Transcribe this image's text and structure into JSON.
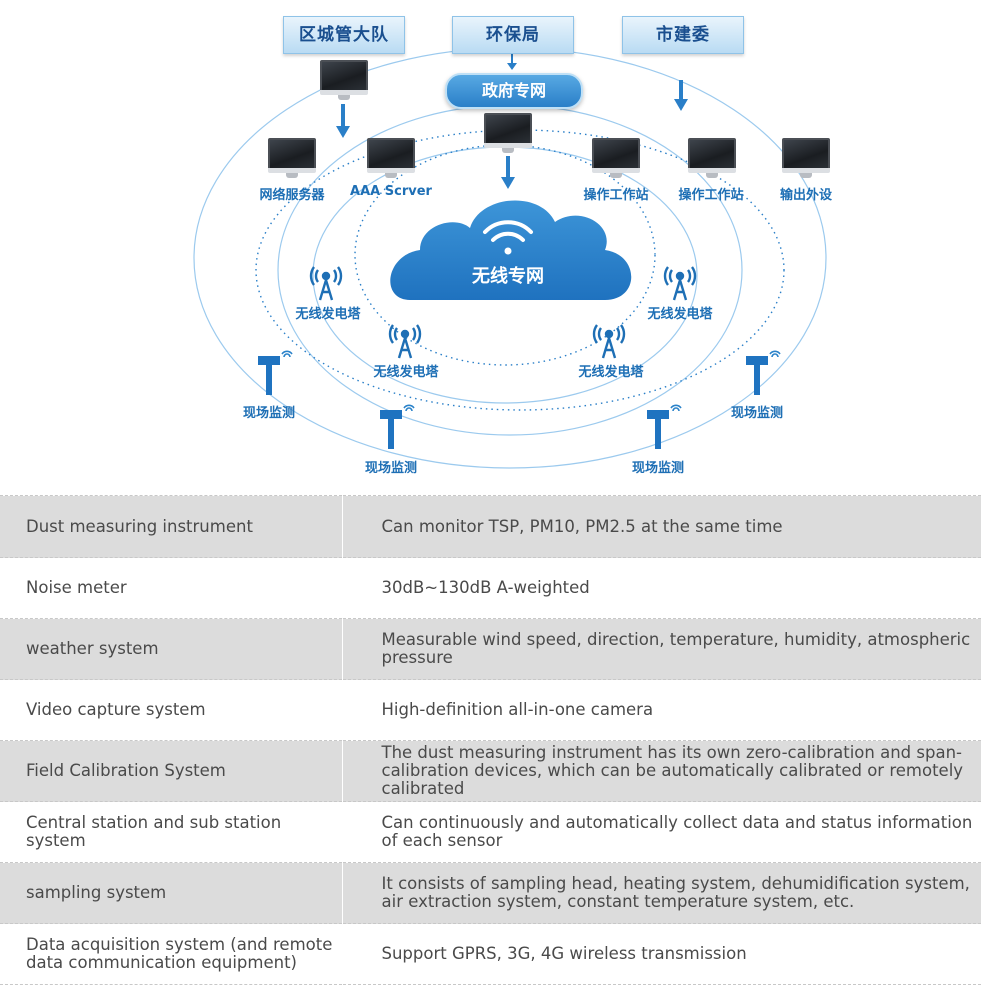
{
  "diagram": {
    "top_boxes": [
      "区城管大队",
      "环保局",
      "市建委"
    ],
    "government_network": "政府专网",
    "cloud_label": "无线专网",
    "nodes": [
      "网络服务器",
      "AAA Scrver",
      "操作工作站",
      "操作工作站",
      "输出外设"
    ],
    "towers": [
      "无线发电塔",
      "无线发电塔",
      "无线发电塔",
      "无线发电塔"
    ],
    "sites": [
      "现场监测",
      "现场监测",
      "现场监测",
      "现场监测"
    ],
    "colors": {
      "primary": "#1e6fb5",
      "cloud": "#2a82c9",
      "ring": "#8ec3ea",
      "table_shade": "#dcdcdc"
    }
  },
  "table": {
    "rows": [
      {
        "name": "Dust measuring instrument",
        "desc": "Can monitor TSP, PM10, PM2.5 at the same time"
      },
      {
        "name": "Noise meter",
        "desc": "30dB~130dB A-weighted"
      },
      {
        "name": "weather system",
        "desc": "Measurable wind speed, direction, temperature, humidity, atmospheric pressure"
      },
      {
        "name": "Video capture system",
        "desc": "High-definition all-in-one camera"
      },
      {
        "name": "Field Calibration System",
        "desc": "The dust measuring instrument has its own zero-calibration and span-calibration devices, which can be automatically calibrated or remotely calibrated"
      },
      {
        "name": "Central station and sub station system",
        "desc": "Can continuously and automatically collect data and status information of each sensor"
      },
      {
        "name": "sampling system",
        "desc": "It consists of sampling head, heating system, dehumidification system, air extraction system, constant temperature system, etc."
      },
      {
        "name": "Data acquisition system (and remote data communication equipment)",
        "desc": "Support GPRS, 3G, 4G wireless transmission"
      }
    ]
  }
}
